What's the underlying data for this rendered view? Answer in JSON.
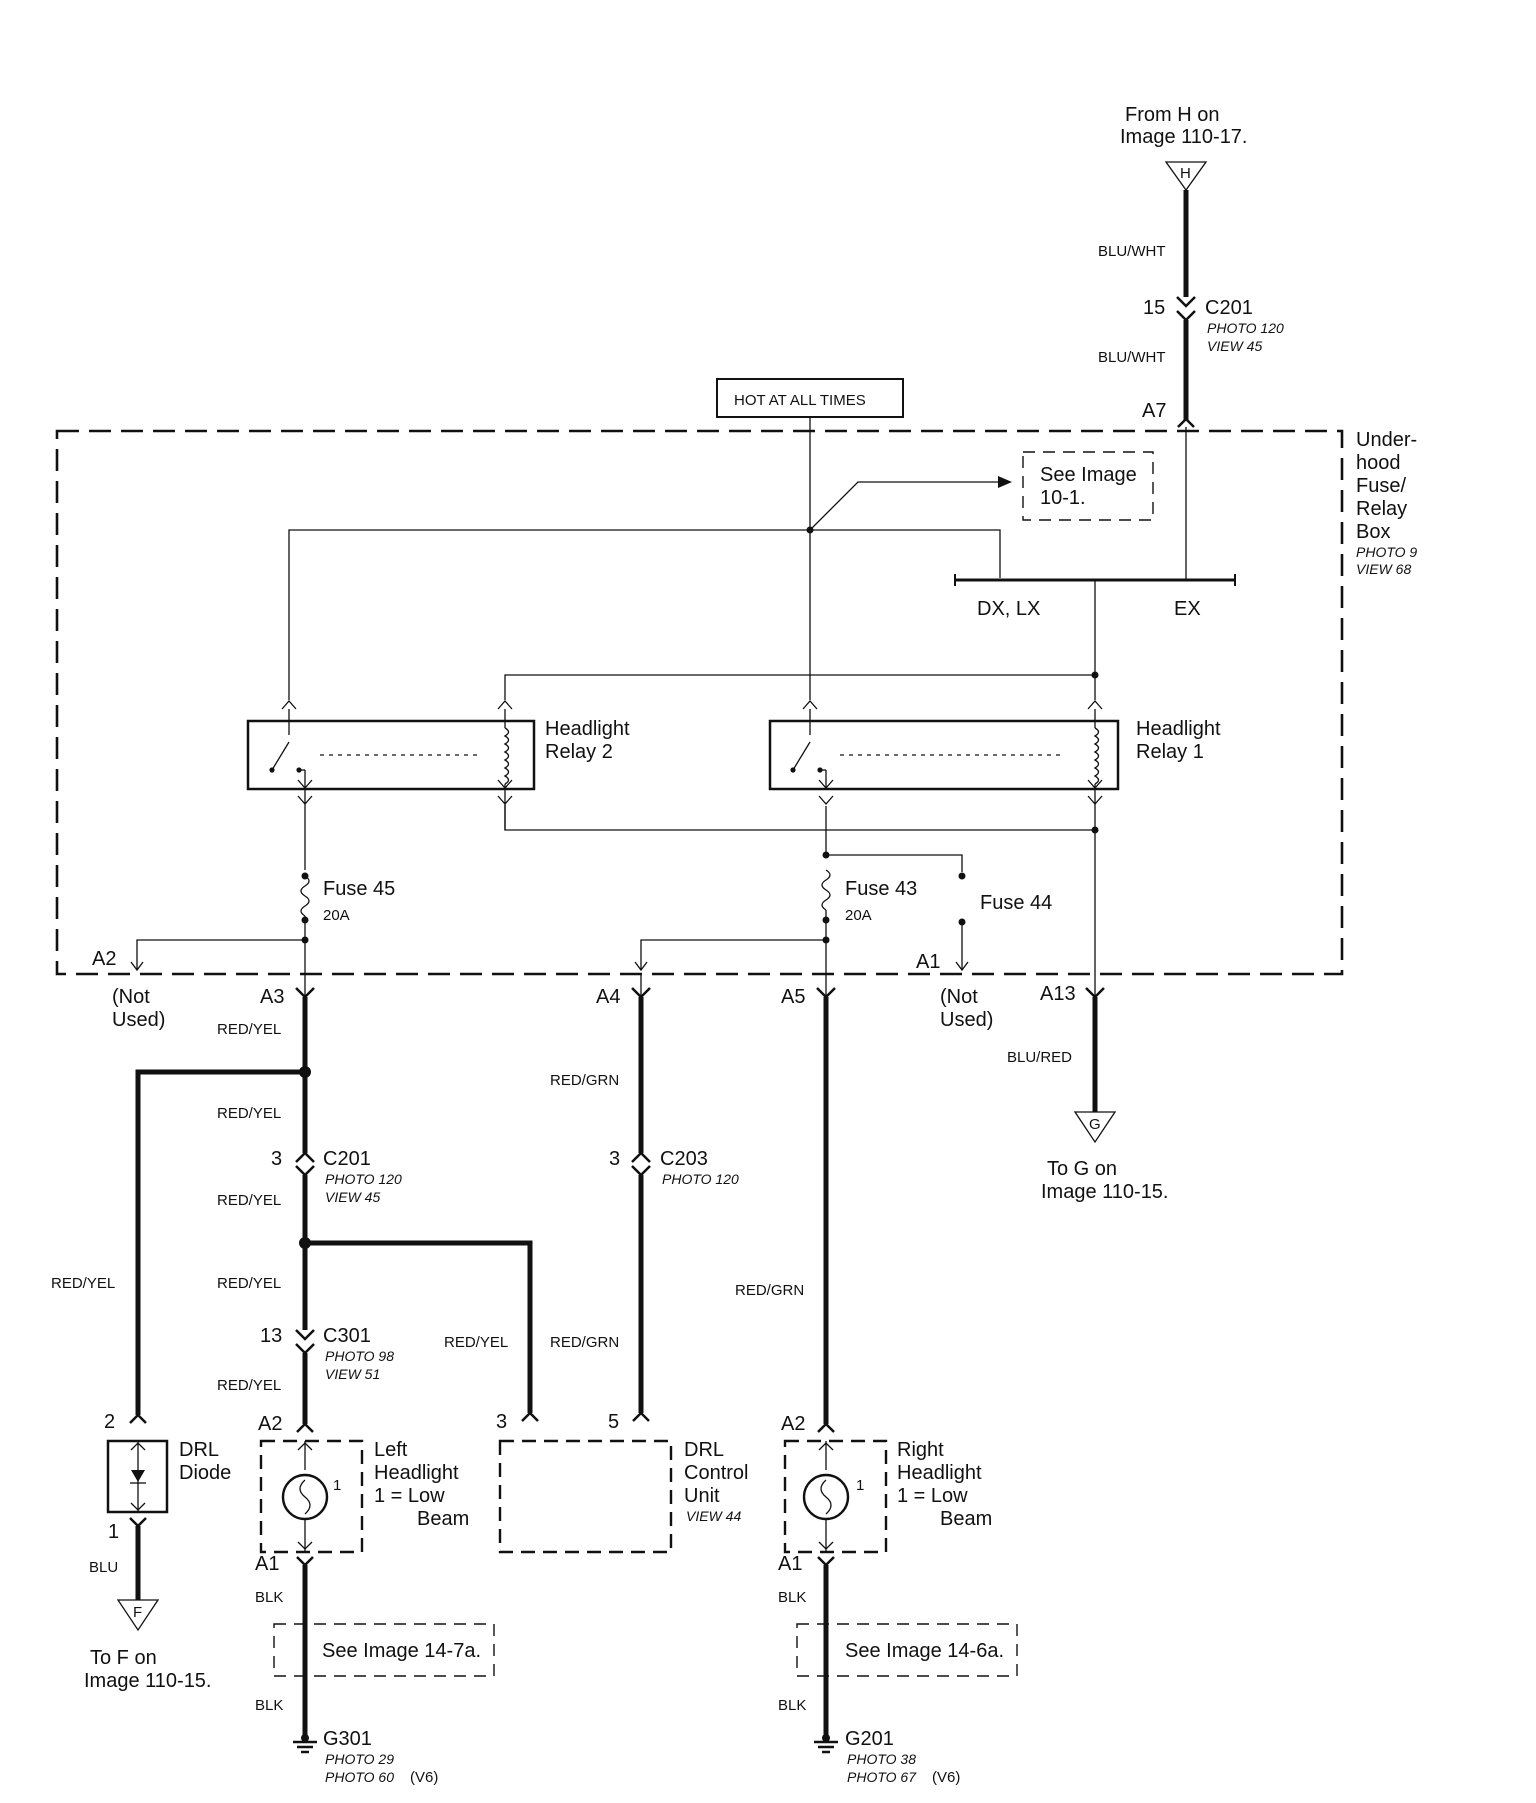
{
  "from_h": {
    "line1": "From H on",
    "line2": "Image 110-17.",
    "connector": "H"
  },
  "to_g": {
    "line1": "To G on",
    "line2": "Image 110-15.",
    "connector": "G"
  },
  "to_f": {
    "line1": "To F on",
    "line2": "Image 110-15.",
    "connector": "F"
  },
  "hot_at_all_times": "HOT AT ALL TIMES",
  "see_image_10_1": {
    "line1": "See Image",
    "line2": "10-1."
  },
  "fuse_box": {
    "line1": "Under-",
    "line2": "hood",
    "line3": "Fuse/",
    "line4": "Relay",
    "line5": "Box",
    "photo": "PHOTO 9",
    "view": "VIEW 68"
  },
  "options": {
    "dx_lx": "DX, LX",
    "ex": "EX"
  },
  "relay2": {
    "line1": "Headlight",
    "line2": "Relay 2"
  },
  "relay1": {
    "line1": "Headlight",
    "line2": "Relay 1"
  },
  "fuse45": {
    "name": "Fuse  45",
    "rating": "20A"
  },
  "fuse43": {
    "name": "Fuse  43",
    "rating": "20A"
  },
  "fuse44": {
    "name": "Fuse  44"
  },
  "pins": {
    "a7": "A7",
    "a2": "A2",
    "a1": "A1",
    "a3": "A3",
    "a4": "A4",
    "a5": "A5",
    "a13": "A13",
    "left_a2": "A2",
    "left_a1": "A1",
    "right_a2": "A2",
    "right_a1": "A1",
    "diode_2": "2",
    "diode_1": "1",
    "drl_3": "3",
    "drl_5": "5",
    "c201_top": "15",
    "c201_mid": "3",
    "c203": "3",
    "c301": "13",
    "lamp_left": "1",
    "lamp_right": "1"
  },
  "not_used": {
    "line1": "(Not",
    "line2": "Used)"
  },
  "wires": {
    "blu_wht": "BLU/WHT",
    "red_yel": "RED/YEL",
    "red_grn": "RED/GRN",
    "blu_red": "BLU/RED",
    "blu": "BLU",
    "blk": "BLK"
  },
  "connectors": {
    "c201_top": {
      "name": "C201",
      "photo": "PHOTO 120",
      "view": "VIEW 45"
    },
    "c201_mid": {
      "name": "C201",
      "photo": "PHOTO 120",
      "view": "VIEW 45"
    },
    "c203": {
      "name": "C203",
      "photo": "PHOTO 120"
    },
    "c301": {
      "name": "C301",
      "photo": "PHOTO 98",
      "view": "VIEW 51"
    }
  },
  "drl_diode": {
    "line1": "DRL",
    "line2": "Diode"
  },
  "drl_control": {
    "line1": "DRL",
    "line2": "Control",
    "line3": "Unit",
    "view": "VIEW 44"
  },
  "left_headlight": {
    "line1": "Left",
    "line2": "Headlight",
    "line3": "1 =  Low",
    "line4": "Beam"
  },
  "right_headlight": {
    "line1": "Right",
    "line2": "Headlight",
    "line3": "1 =  Low",
    "line4": "Beam"
  },
  "see_14_7a": "See Image 14-7a.",
  "see_14_6a": "See Image 14-6a.",
  "g301": {
    "name": "G301",
    "photo1": "PHOTO 29",
    "photo2": "PHOTO 60",
    "v6": "(V6)"
  },
  "g201": {
    "name": "G201",
    "photo1": "PHOTO 38",
    "photo2": "PHOTO 67",
    "v6": "(V6)"
  }
}
